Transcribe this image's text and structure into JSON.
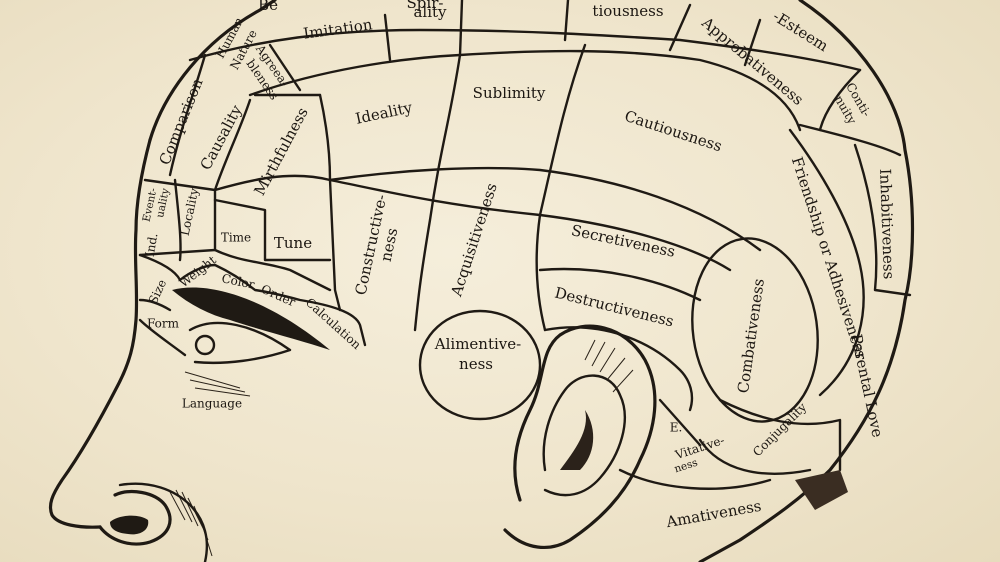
{
  "diagram": {
    "regions": {
      "be": "Be",
      "spirituality_1": "Spir-",
      "spirituality_2": "ality",
      "conscientiousness": "tiousness",
      "self_esteem": "-Esteem",
      "imitation": "Imitation",
      "human_nature_1": "Human",
      "human_nature_2": "Nature",
      "agreeableness_1": "Agreea-",
      "agreeableness_2": "bleness",
      "comparison": "Comparison",
      "causality": "Causality",
      "mirthfulness": "Mirthfulness",
      "ideality": "Ideality",
      "sublimity": "Sublimity",
      "cautiousness": "Cautiousness",
      "approbativeness": "Approbativeness",
      "continuity_1": "Conti-",
      "continuity_2": "nuity",
      "eventuality_1": "Event-",
      "eventuality_2": "uality",
      "locality": "Locality",
      "individuality": "Ind.",
      "time": "Time",
      "tune": "Tune",
      "constructiveness_1": "Constructive-",
      "constructiveness_2": "ness",
      "acquisitiveness": "Acquisitiveness",
      "secretiveness": "Secretiveness",
      "friendship": "Friendship or Adhesiveness",
      "inhabitiveness": "Inhabitiveness",
      "size": "Size",
      "weight": "Weight",
      "color": "Color",
      "order": "Order",
      "calculation": "Calculation",
      "form": "Form",
      "destructiveness": "Destructiveness",
      "alimentiveness_1": "Alimentive-",
      "alimentiveness_2": "ness",
      "combativeness": "Combativeness",
      "parental_love": "Parental Love",
      "conjugality": "Conjugality",
      "vitativeness_1": "E.",
      "vitativeness_2": "Vitative-",
      "vitativeness_3": "ness",
      "amativeness": "Amativeness",
      "language": "Language"
    }
  }
}
